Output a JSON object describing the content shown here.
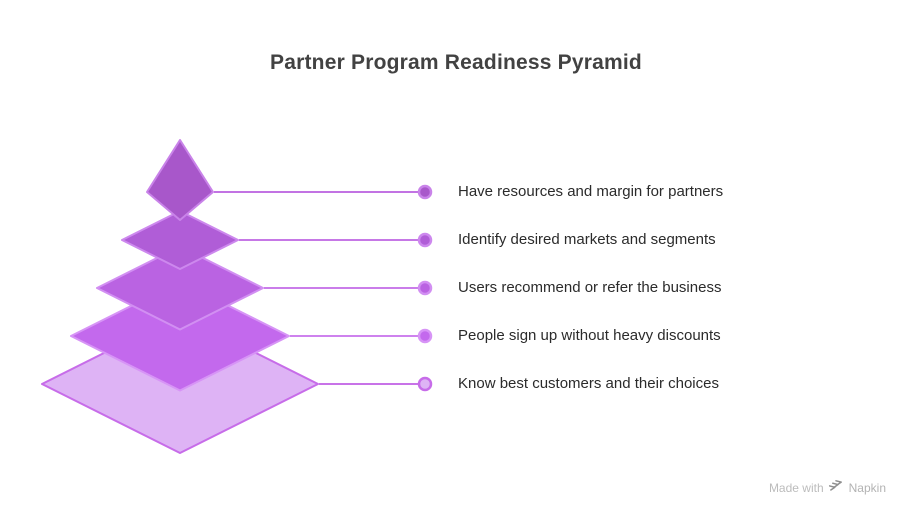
{
  "title": "Partner Program Readiness Pyramid",
  "pyramid": {
    "levels": [
      {
        "label": "Have resources and margin for partners",
        "fill": "#a857ca",
        "stroke": "#c983e9",
        "line_color": "#c273e3",
        "dot_fill": "#a857ca",
        "dot_stroke": "#c983e9"
      },
      {
        "label": "Identify desired markets and segments",
        "fill": "#b05dd7",
        "stroke": "#cd88ee",
        "line_color": "#c678e6",
        "dot_fill": "#b05dd7",
        "dot_stroke": "#cd88ee"
      },
      {
        "label": "Users recommend or refer the business",
        "fill": "#ba63e2",
        "stroke": "#d28ff2",
        "line_color": "#ca7dea",
        "dot_fill": "#ba63e2",
        "dot_stroke": "#d28ff2"
      },
      {
        "label": "People sign up without heavy discounts",
        "fill": "#c369ed",
        "stroke": "#d794f6",
        "line_color": "#ce82ee",
        "dot_fill": "#c369ed",
        "dot_stroke": "#d794f6"
      },
      {
        "label": "Know best customers and their choices",
        "fill": "#deb3f5",
        "stroke": "#c76ce9",
        "line_color": "#c873e8",
        "dot_fill": "#deb3f5",
        "dot_stroke": "#c76ce9"
      }
    ]
  },
  "footer": {
    "made_with": "Made with",
    "brand": "Napkin"
  },
  "colors": {
    "background": "#ffffff",
    "title_text": "#424242",
    "label_text": "#2b2b2b",
    "footer_text": "#bcbcbc",
    "footer_icon": "#8f8f8f"
  }
}
